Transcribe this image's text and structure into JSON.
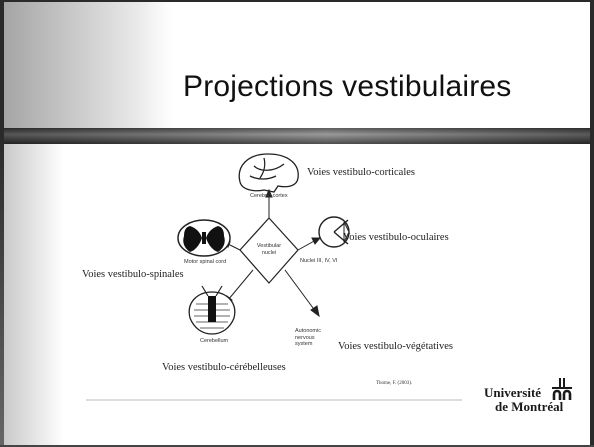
{
  "slide": {
    "title": "Projections vestibulaires"
  },
  "figure": {
    "labels": {
      "cortical": "Voies vestibulo-corticales",
      "ocular": "Voies vestibulo-oculaires",
      "spinal": "Voies vestibulo-spinales",
      "vegetative": "Voies vestibulo-végétatives",
      "cerebellar": "Voies vestibulo-cérébelleuses"
    },
    "small_labels": {
      "cerebral_cortex": "Cerebral cortex",
      "motor_spinal_cord": "Motor spinal cord",
      "vestibular_nuclei": "Vestibular nuclei",
      "nuclei": "Nuclei III, IV, VI",
      "cerebellum": "Cerebellum",
      "autonomic": "Autonomic nervous system"
    },
    "citation": "Thome, F. (2003)."
  },
  "logo": {
    "line1": "Université",
    "line2": "de Montréal"
  }
}
